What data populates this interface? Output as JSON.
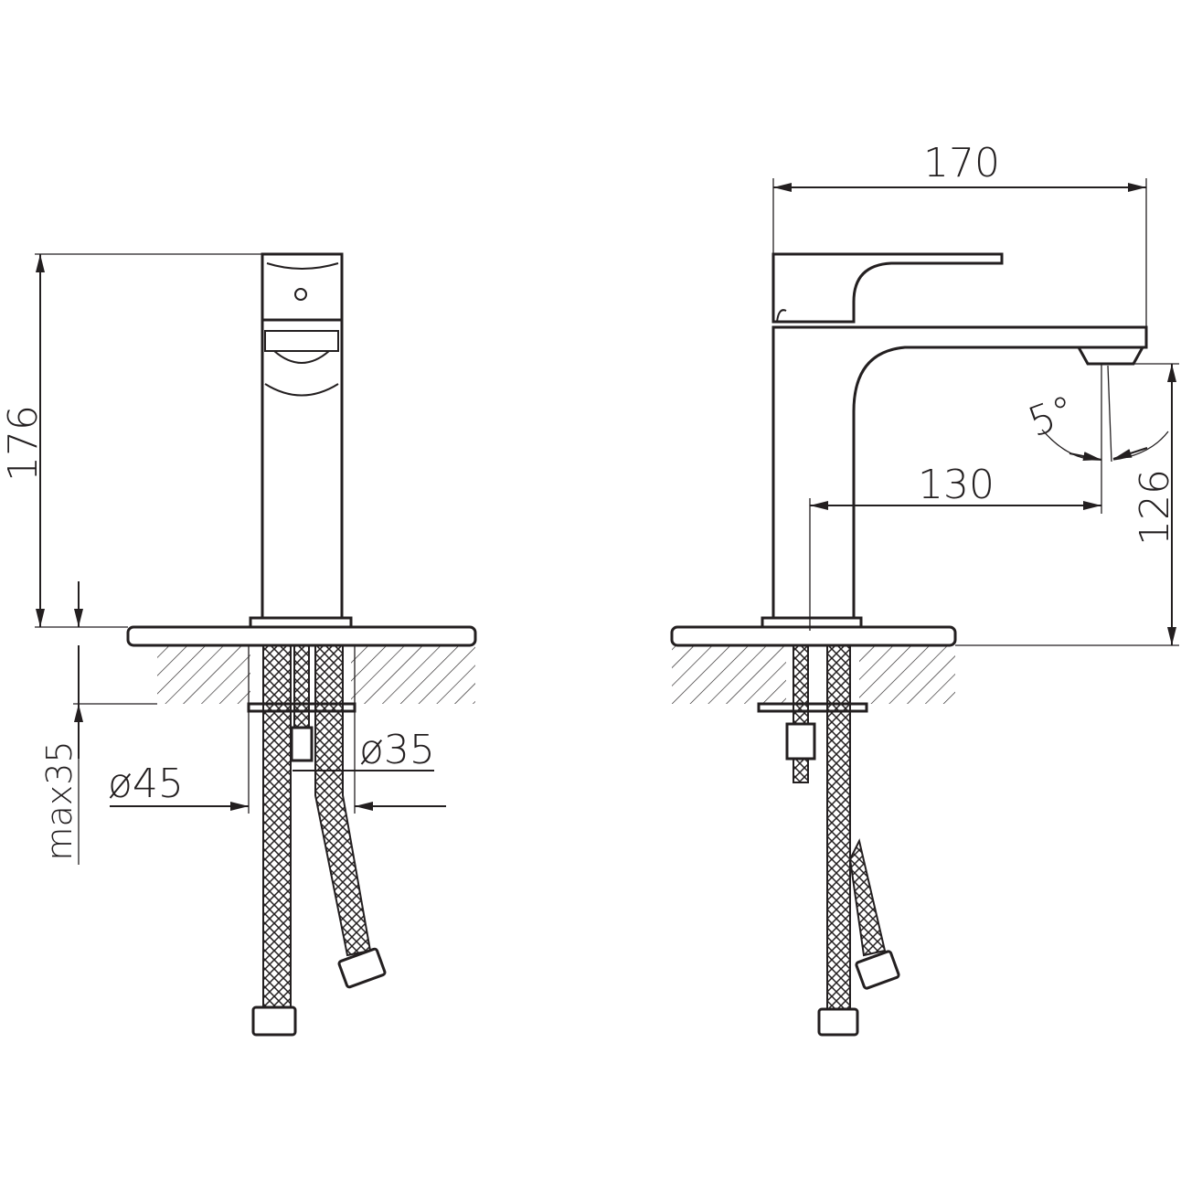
{
  "title": "Basin mixer dimension drawing",
  "colors": {
    "line": "#231f20",
    "background": "#ffffff"
  },
  "dimensions": {
    "height_total": "176",
    "max_thickness": "max35",
    "hole_diameter_outer": "ø45",
    "hole_diameter_inner": "ø35",
    "width_total": "170",
    "spout_reach": "130",
    "spout_height": "126",
    "spout_angle": "5°"
  }
}
